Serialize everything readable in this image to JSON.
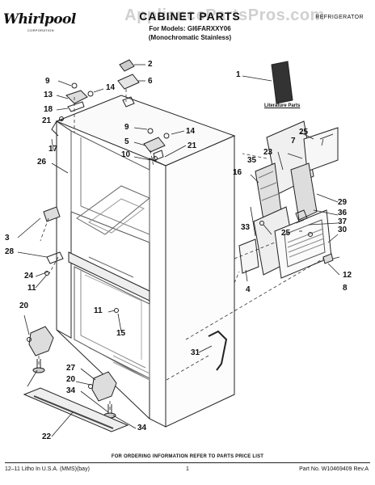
{
  "header": {
    "brand": "Whirlpool",
    "brand_sub": "CORPORATION",
    "watermark": "AppliancePartsPros.com",
    "title": "CABINET PARTS",
    "appliance_type": "REFRIGERATOR",
    "model_line": "For Models: GI6FARXXY06",
    "model_variant": "(Monochromatic Stainless)"
  },
  "diagram": {
    "literature_label": "Literature Parts",
    "callouts": {
      "c1": "1",
      "c2": "2",
      "c3": "3",
      "c4": "4",
      "c5": "5",
      "c6": "6",
      "c7": "7",
      "c8": "8",
      "c9a": "9",
      "c9b": "9",
      "c10": "10",
      "c11a": "11",
      "c11b": "11",
      "c12": "12",
      "c13": "13",
      "c14a": "14",
      "c14b": "14",
      "c15": "15",
      "c16": "16",
      "c17": "17",
      "c18": "18",
      "c20a": "20",
      "c20b": "20",
      "c21a": "21",
      "c21b": "21",
      "c22": "22",
      "c23": "23",
      "c24": "24",
      "c25a": "25",
      "c25b": "25",
      "c26": "26",
      "c27": "27",
      "c28": "28",
      "c29": "29",
      "c30": "30",
      "c31": "31",
      "c33": "33",
      "c34a": "34",
      "c34b": "34",
      "c35": "35",
      "c36": "36",
      "c37": "37"
    }
  },
  "footer": {
    "order_note": "FOR ORDERING INFORMATION REFER TO PARTS PRICE LIST",
    "litho": "12–11 Litho In U.S.A. (MMS)(bay)",
    "page_number": "1",
    "part_number": "Part No. W10469409 Rev.A"
  }
}
